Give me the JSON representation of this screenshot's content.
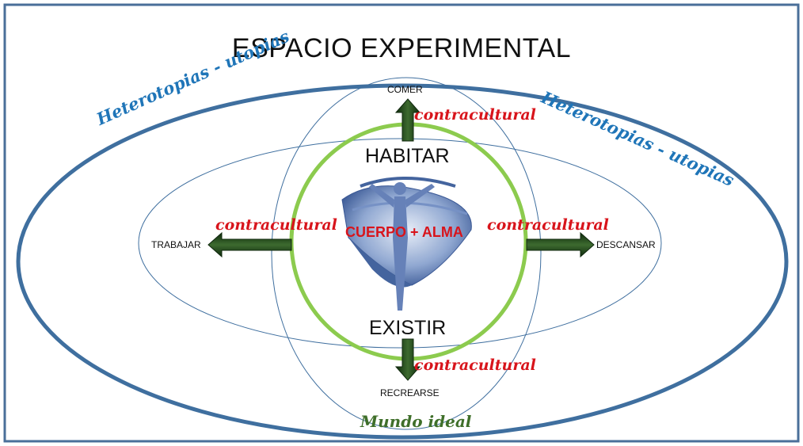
{
  "title": "ESPACIO EXPERIMENTAL",
  "heterotopias_left": "Heterotopias - utopias",
  "heterotopias_right": "Heterotopias - utopias",
  "mundo_ideal": "Mundo ideal",
  "habitar": "HABITAR",
  "existir": "EXISTIR",
  "core": "CUERPO + ALMA",
  "directions": {
    "top": "COMER",
    "bottom": "RECREARSE",
    "left": "TRABAJAR",
    "right": "DESCANSAR"
  },
  "arrow_labels": {
    "top": "contracultural",
    "bottom": "contracultural",
    "left": "contracultural",
    "right": "contracultural"
  },
  "colors": {
    "outer_ellipse": "#3f6f9f",
    "inner_ellipse": "#3f6f9f",
    "circle": "#8ccb4e",
    "arrow_fill": "#1f4a1c",
    "contracultural": "#d8141b",
    "heterotopias": "#1f75b8",
    "mundo_ideal": "#3f6f2a"
  }
}
